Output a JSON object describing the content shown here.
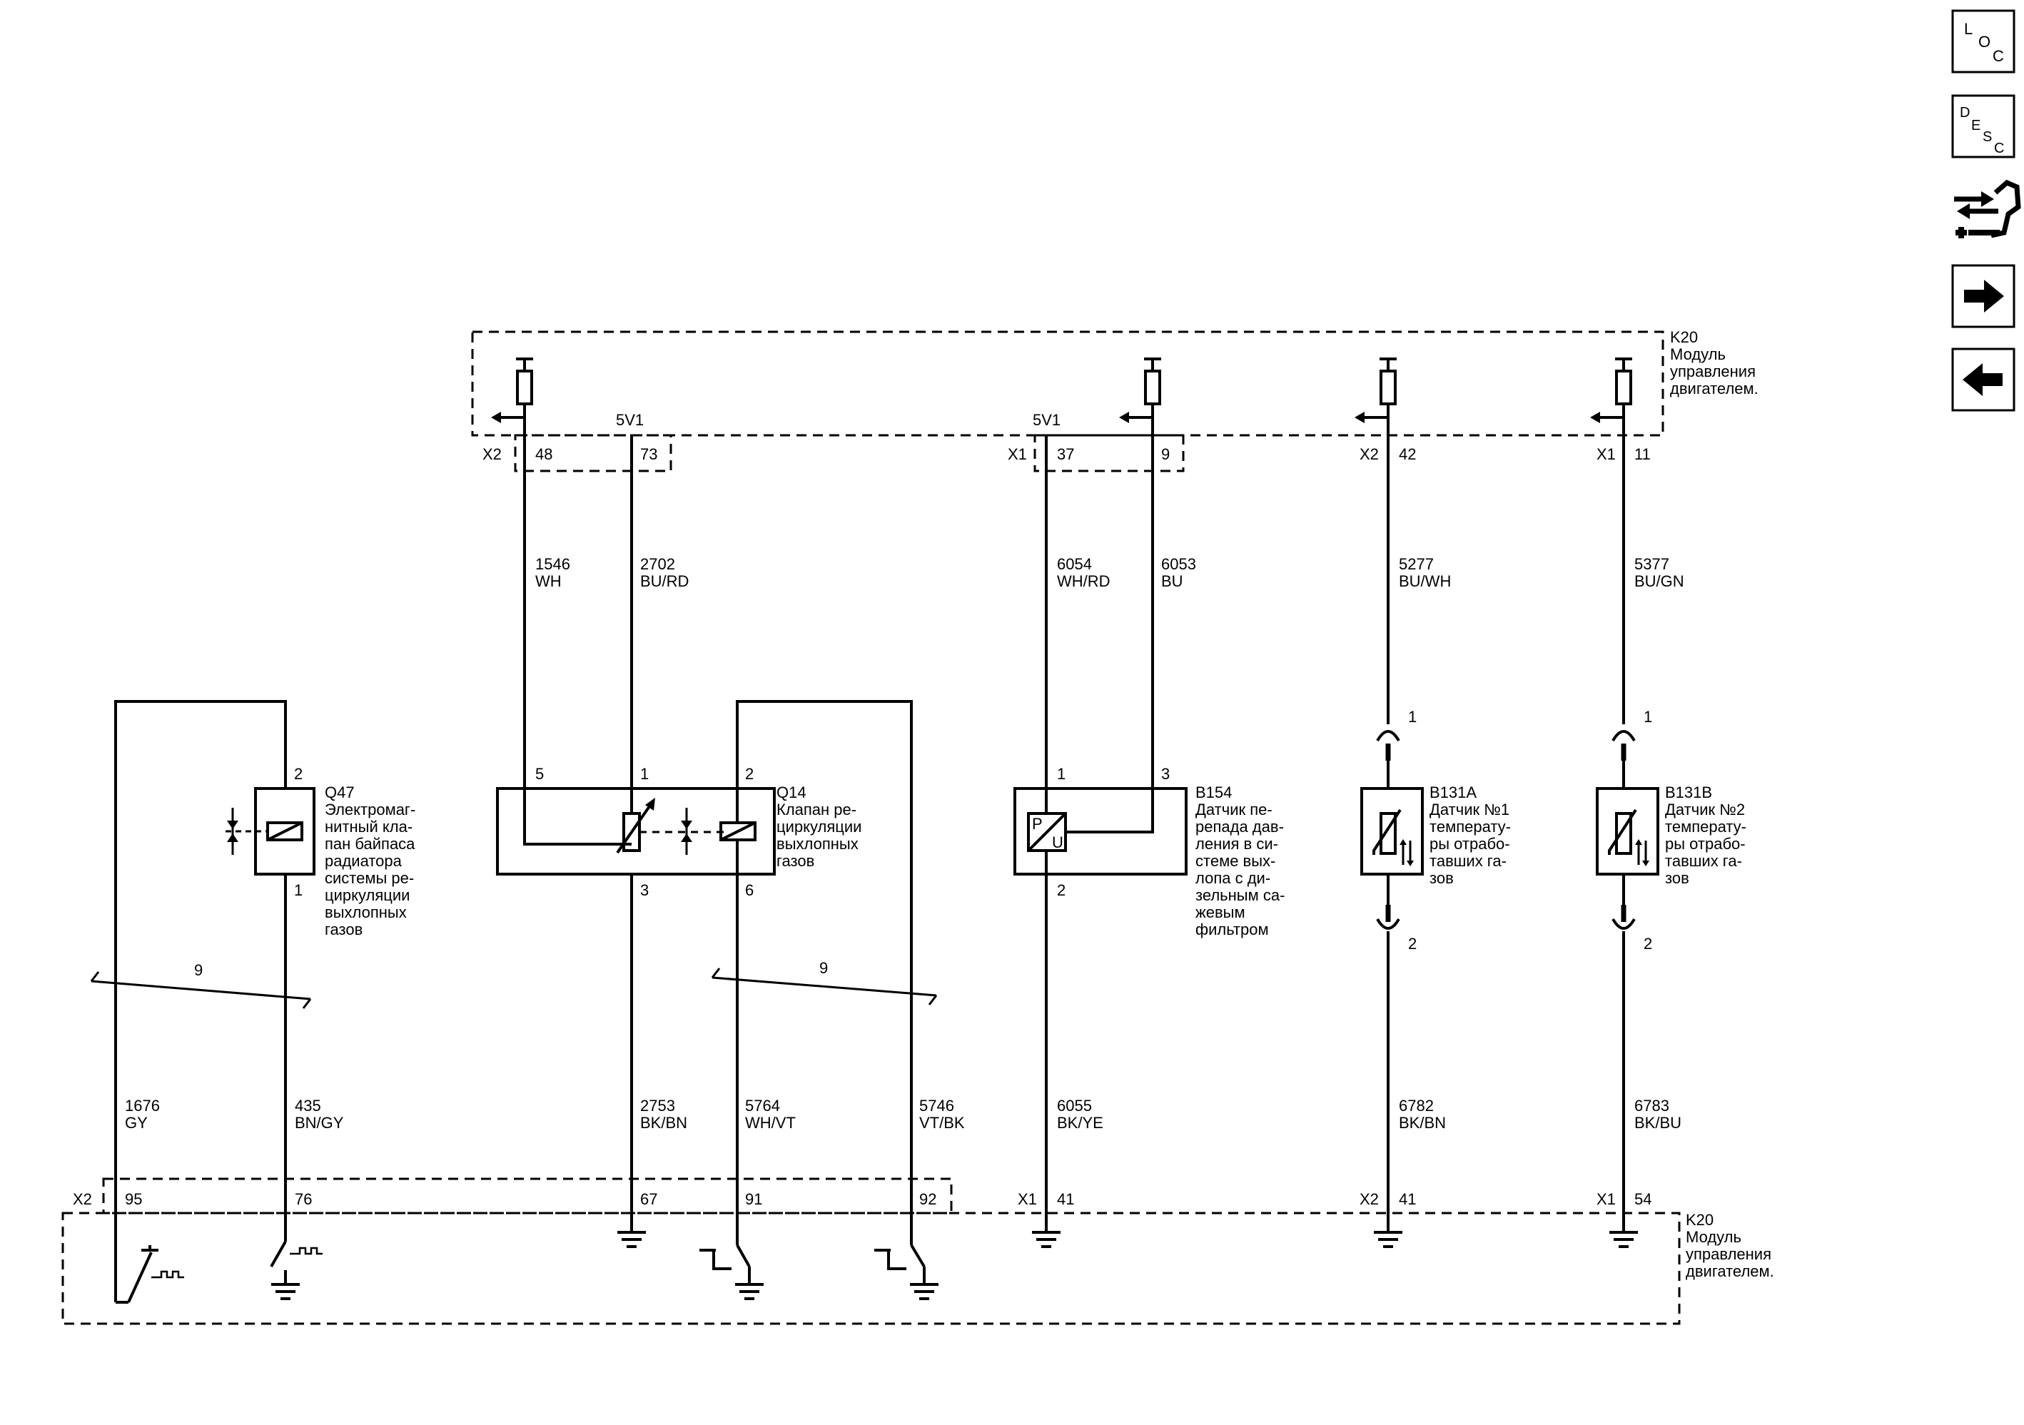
{
  "modules": {
    "top_title": "K20",
    "top_desc": [
      "Модуль",
      "управления",
      "двигателем."
    ],
    "bottom_title": "K20",
    "bottom_desc": [
      "Модуль",
      "управления",
      "двигателем."
    ]
  },
  "top_pins": {
    "x2a": "X2",
    "p48": "48",
    "p73": "73",
    "v5a": "5V1",
    "x1a": "X1",
    "p37": "37",
    "p9": "9",
    "v5b": "5V1",
    "x2b": "X2",
    "p42": "42",
    "x1b": "X1",
    "p11": "11"
  },
  "bottom_pins": {
    "x2a": "X2",
    "p95": "95",
    "p76": "76",
    "p67": "67",
    "p91": "91",
    "p92": "92",
    "x1a": "X1",
    "p41a": "41",
    "x2b": "X2",
    "p41b": "41",
    "x1b": "X1",
    "p54": "54"
  },
  "wires_top": [
    {
      "num": "1546",
      "color": "WH"
    },
    {
      "num": "2702",
      "color": "BU/RD"
    },
    {
      "num": "6054",
      "color": "WH/RD"
    },
    {
      "num": "6053",
      "color": "BU"
    },
    {
      "num": "5277",
      "color": "BU/WH"
    },
    {
      "num": "5377",
      "color": "BU/GN"
    }
  ],
  "wires_bottom": [
    {
      "num": "1676",
      "color": "GY"
    },
    {
      "num": "435",
      "color": "BN/GY"
    },
    {
      "num": "2753",
      "color": "BK/BN"
    },
    {
      "num": "5764",
      "color": "WH/VT"
    },
    {
      "num": "5746",
      "color": "VT/BK"
    },
    {
      "num": "6055",
      "color": "BK/YE"
    },
    {
      "num": "6782",
      "color": "BK/BN"
    },
    {
      "num": "6783",
      "color": "BK/BU"
    }
  ],
  "twist_counts": [
    "9",
    "9"
  ],
  "components": {
    "q47": {
      "id": "Q47",
      "desc": [
        "Электромаг-",
        "нитный кла-",
        "пан байпаса",
        "радиатора",
        "системы ре-",
        "циркуляции",
        "выхлопных",
        "газов"
      ],
      "pin_top": "2",
      "pin_bottom": "1"
    },
    "q14": {
      "id": "Q14",
      "desc": [
        "Клапан ре-",
        "циркуляции",
        "выхлопных",
        "газов"
      ],
      "pins": [
        "5",
        "1",
        "2",
        "3",
        "6"
      ]
    },
    "b154": {
      "id": "B154",
      "desc": [
        "Датчик пе-",
        "репада дав-",
        "ления в си-",
        "стеме вых-",
        "лопа с ди-",
        "зельным са-",
        "жевым",
        "фильтром"
      ],
      "pins": [
        "1",
        "3",
        "2"
      ],
      "sym_p": "P",
      "sym_u": "U"
    },
    "b131a": {
      "id": "B131A",
      "desc": [
        "Датчик №1",
        "температу-",
        "ры отрабо-",
        "тавших га-",
        "зов"
      ],
      "pin_top": "1",
      "pin_bottom": "2"
    },
    "b131b": {
      "id": "B131B",
      "desc": [
        "Датчик №2",
        "температу-",
        "ры отрабо-",
        "тавших га-",
        "зов"
      ],
      "pin_top": "1",
      "pin_bottom": "2"
    }
  },
  "nav": {
    "loc": [
      "L",
      "O",
      "C"
    ],
    "desc": [
      "D",
      "E",
      "S",
      "C"
    ]
  }
}
